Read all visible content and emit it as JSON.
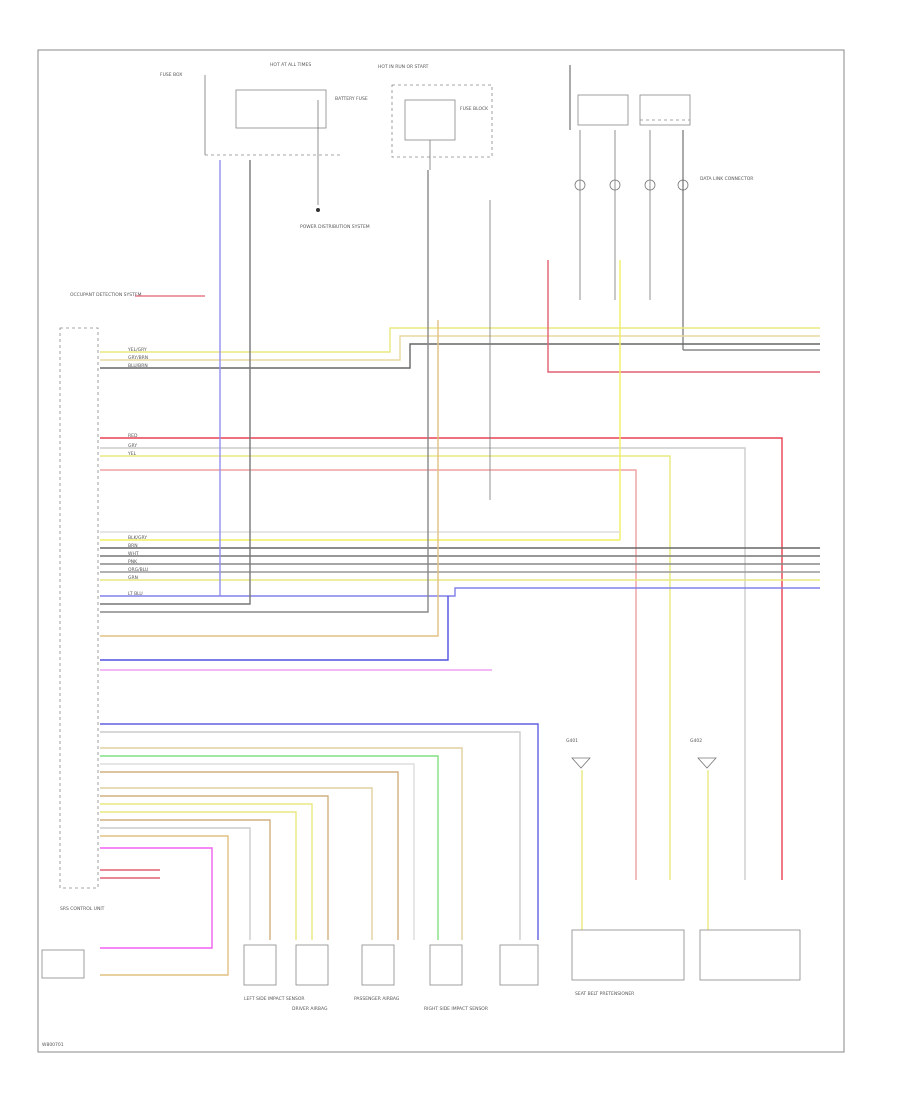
{
  "diagram": {
    "footer_code": "W800701",
    "labels": {
      "fuse_box": "FUSE BOX",
      "hot_at_all_times": "HOT AT ALL TIMES",
      "battery_fuse": "BATTERY FUSE",
      "power_distribution": "POWER DISTRIBUTION SYSTEM",
      "hot_in_run": "HOT IN RUN OR START",
      "fuse_block": "FUSE BLOCK",
      "data_link": "DATA LINK CONNECTOR",
      "srs_module": "SRS CONTROL UNIT",
      "driver_airbag": "DRIVER AIRBAG",
      "passenger_airbag": "PASSENGER AIRBAG",
      "left_side_sensor": "LEFT SIDE IMPACT SENSOR",
      "right_side_sensor": "RIGHT SIDE IMPACT SENSOR",
      "seat_belt_pretensioner": "SEAT BELT PRETENSIONER",
      "ground_left": "G401",
      "ground_right": "G402",
      "occupant_detection": "OCCUPANT DETECTION SYSTEM"
    },
    "wire_tags": [
      "YEL/GRY",
      "GRY/BRN",
      "BLU/BRN",
      "RED",
      "GRY",
      "YEL",
      "BLK/GRY",
      "BRN",
      "WHT",
      "PNK",
      "ORG/BLU",
      "GRN",
      "LT BLU"
    ]
  }
}
